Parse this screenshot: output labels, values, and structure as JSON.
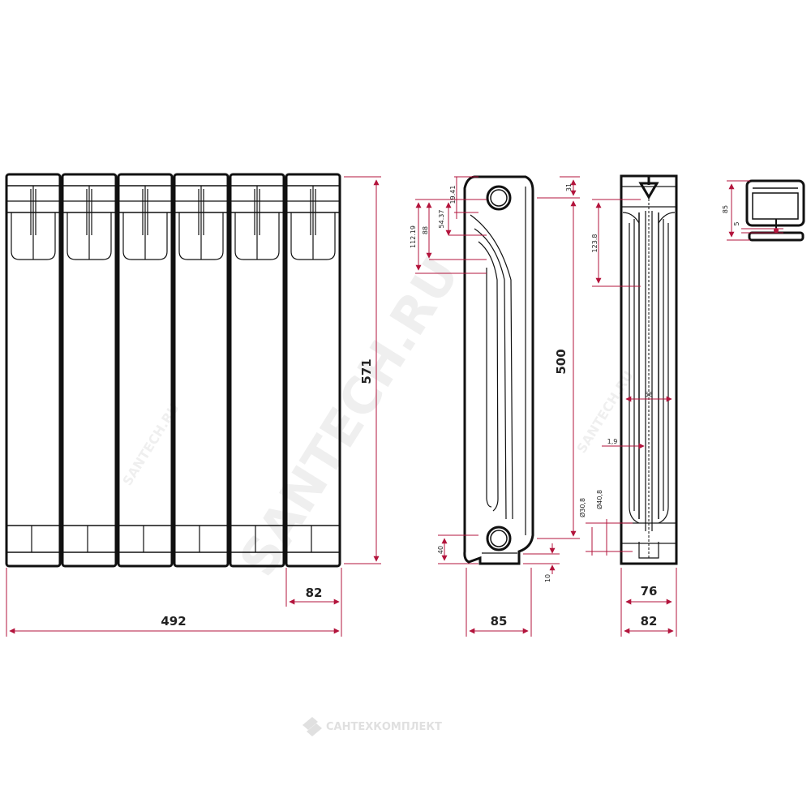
{
  "drawing": {
    "front_view": {
      "width": "492",
      "height": "571",
      "section_width": "82"
    },
    "side_view": {
      "dims": [
        "19.41",
        "112.19",
        "88",
        "54.37",
        "31",
        "500",
        "40",
        "10",
        "85"
      ]
    },
    "section_view": {
      "dims": [
        "123.8",
        "58",
        "1,9",
        "Ø30,8",
        "Ø40,8",
        "76",
        "82"
      ]
    },
    "gasket_detail": {
      "dims": [
        "85",
        "5"
      ]
    },
    "watermark": "SANTECH.RU",
    "brand": "САНТЕХКОМПЛЕКТ",
    "colors": {
      "dimension": "#b3143c",
      "outline": "#111111"
    }
  }
}
